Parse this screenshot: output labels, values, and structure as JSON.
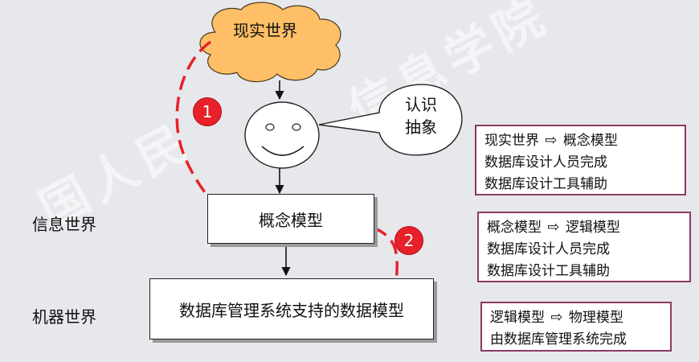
{
  "world_labels": {
    "real": "现实世界",
    "info": "信息世界",
    "machine": "机器世界"
  },
  "bubble": {
    "line1": "认识",
    "line2": "抽象"
  },
  "boxes": {
    "concept": "概念模型",
    "dbms": "数据库管理系统支持的数据模型"
  },
  "badges": [
    "1",
    "2"
  ],
  "notes": [
    {
      "from": "现实世界",
      "to": "概念模型",
      "line2": "数据库设计人员完成",
      "line3": "数据库设计工具辅助"
    },
    {
      "from": "概念模型",
      "to": "逻辑模型",
      "line2": "数据库设计人员完成",
      "line3": "数据库设计工具辅助"
    },
    {
      "from": "逻辑模型",
      "to": "物理模型",
      "line2": "由数据库管理系统完成"
    }
  ],
  "colors": {
    "cloud_fill": "#ffbf66",
    "face_fill": "#ffffff",
    "dashed_path": "#e8202a",
    "note_border": "#8b3a62",
    "background": "#e6e8ec"
  },
  "icons": [
    "cloud-shape",
    "smiley-face-icon",
    "speech-bubble",
    "hollow-right-arrow-icon"
  ]
}
